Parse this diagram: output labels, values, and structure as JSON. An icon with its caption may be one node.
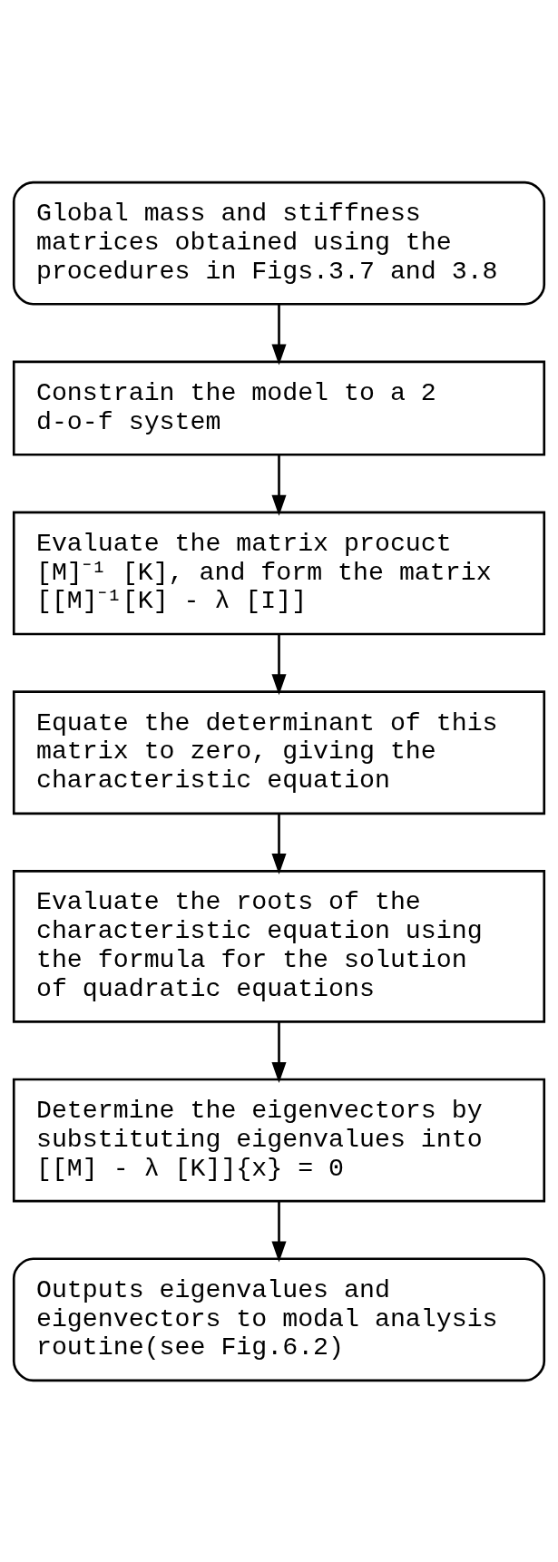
{
  "diagram": {
    "nodes": [
      {
        "text": [
          "Global mass and stiffness matrices obtained using the procedures in Figs.3.7 and 3.8"
        ]
      },
      {
        "text": [
          "Constrain the model to a 2 d-o-f system"
        ]
      },
      {
        "text": [
          "Evaluate the matrix procuct [M]⁻¹ [K], and form the matrix [[M]⁻¹[K] - λ [I]]"
        ]
      },
      {
        "text": [
          "Equate the determinant of this matrix to zero, giving the characteristic equation"
        ]
      },
      {
        "text": [
          "Evaluate the roots of the characteristic equation using the formula for the solution of quadratic equations"
        ]
      },
      {
        "text": [
          "Determine the eigenvectors by substituting eigenvalues into [[M] - λ [K]]{x} = 0"
        ]
      },
      {
        "text": [
          "Outputs eigenvalues and eigenvectors to modal analysis routine(see Fig.6.2)"
        ]
      }
    ],
    "edges": [
      {
        "from": 0,
        "to": 1,
        "arrow": "to"
      },
      {
        "from": 1,
        "to": 2,
        "arrow": "to"
      },
      {
        "from": 2,
        "to": 3,
        "arrow": "to"
      },
      {
        "from": 3,
        "to": 4,
        "arrow": "to"
      },
      {
        "from": 4,
        "to": 5,
        "arrow": "to"
      },
      {
        "from": 5,
        "to": 6,
        "arrow": "to"
      }
    ]
  }
}
